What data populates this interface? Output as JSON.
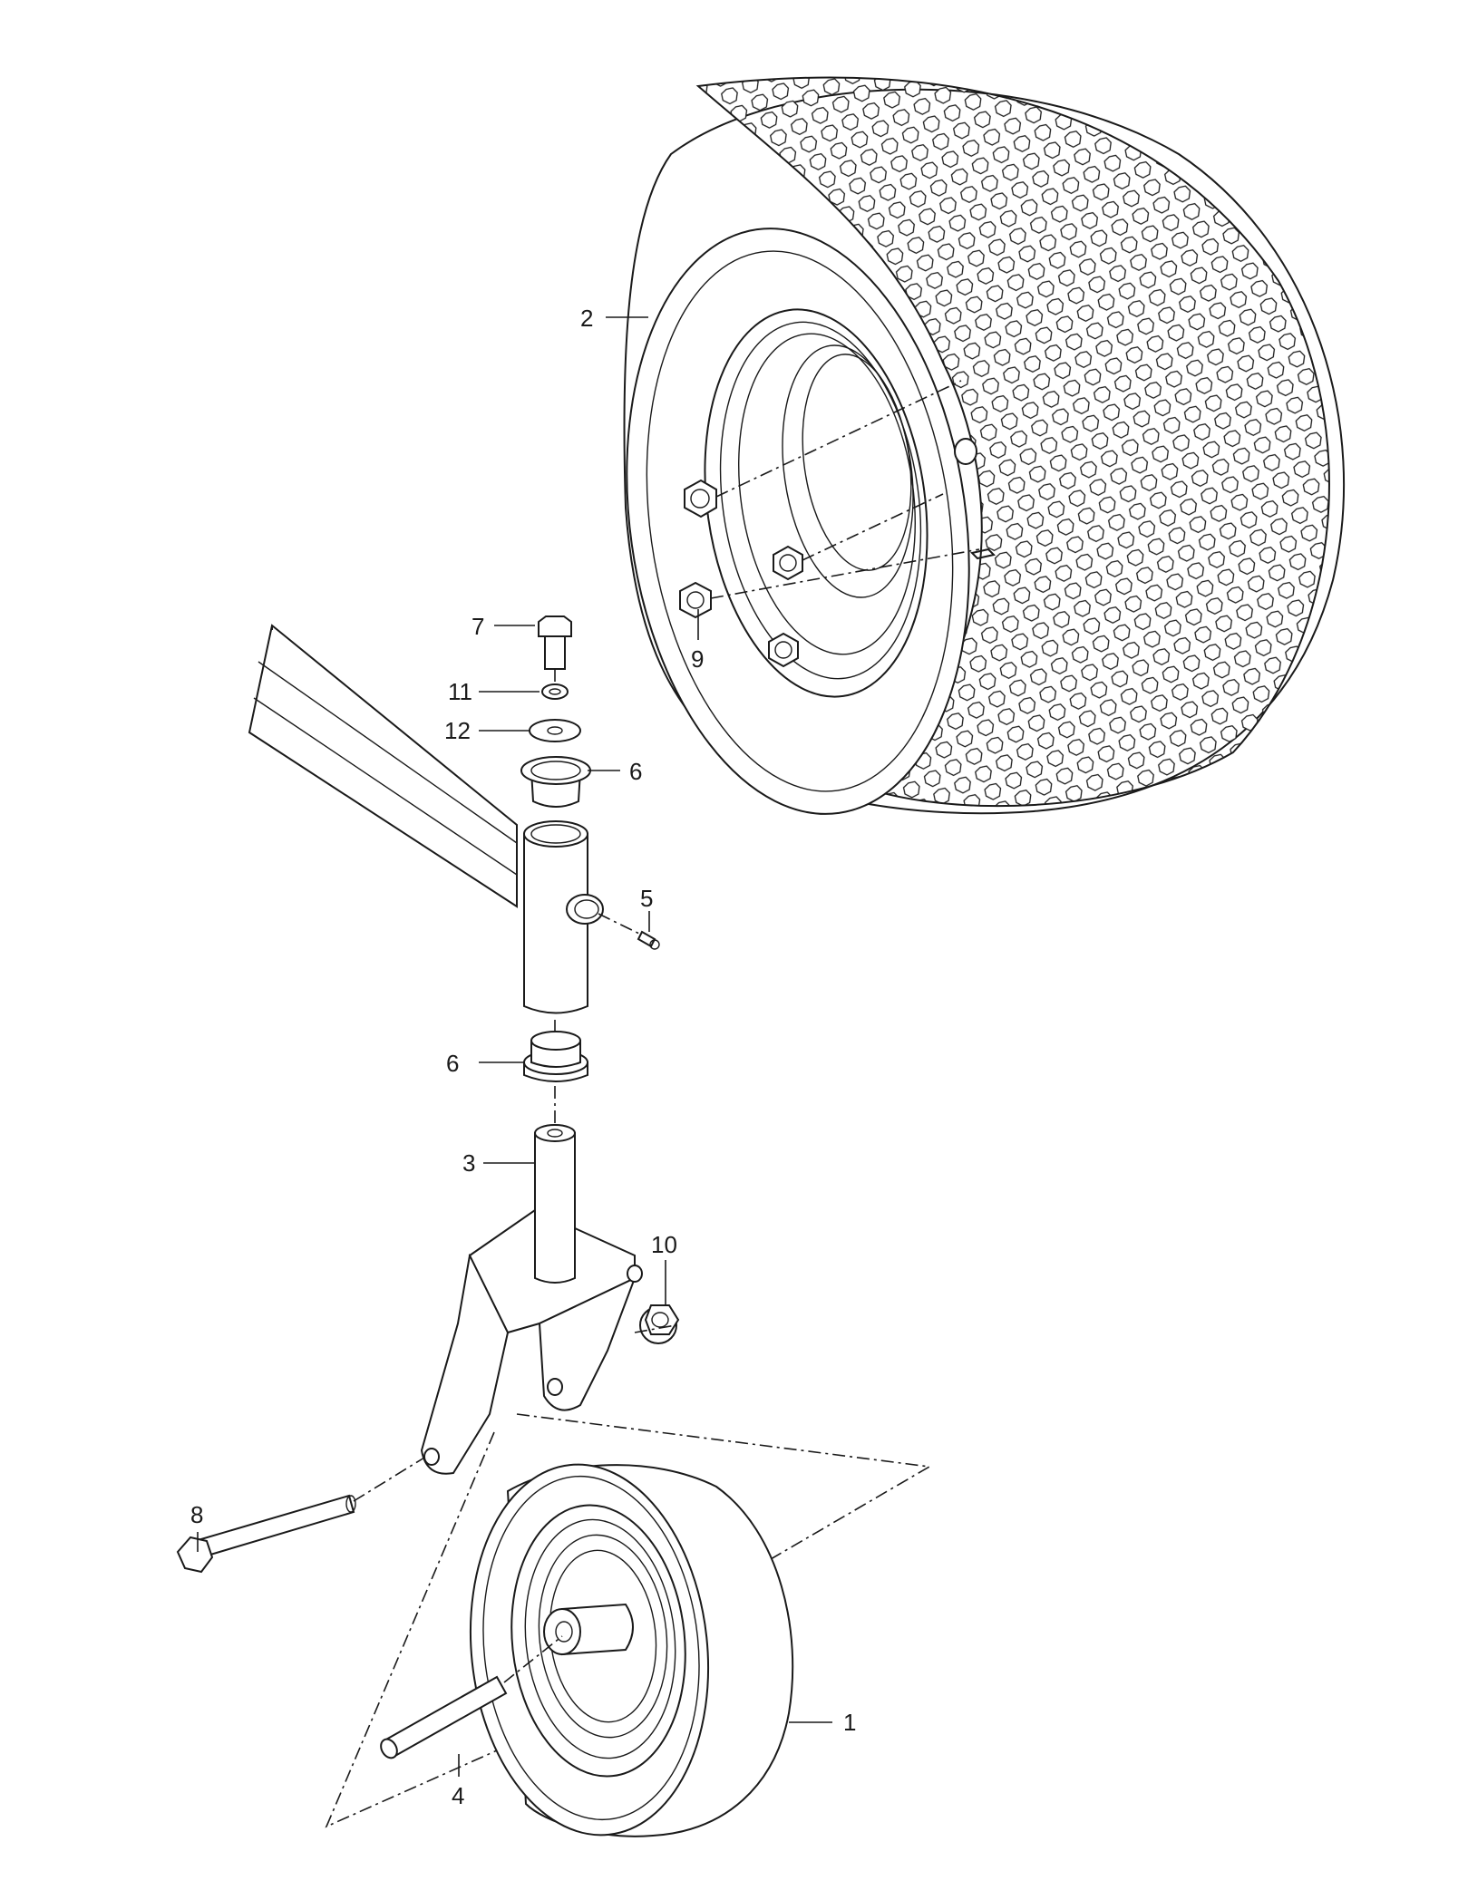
{
  "callouts": {
    "c1": "1",
    "c2": "2",
    "c3": "3",
    "c4": "4",
    "c5": "5",
    "c6a": "6",
    "c6b": "6",
    "c7": "7",
    "c8": "8",
    "c9": "9",
    "c10": "10",
    "c11": "11",
    "c12": "12"
  },
  "icons": {
    "large_wheel": "large-tire-wheel-icon",
    "small_wheel": "caster-wheel-icon",
    "fork": "caster-fork-icon",
    "frame": "frame-arm-icon"
  }
}
